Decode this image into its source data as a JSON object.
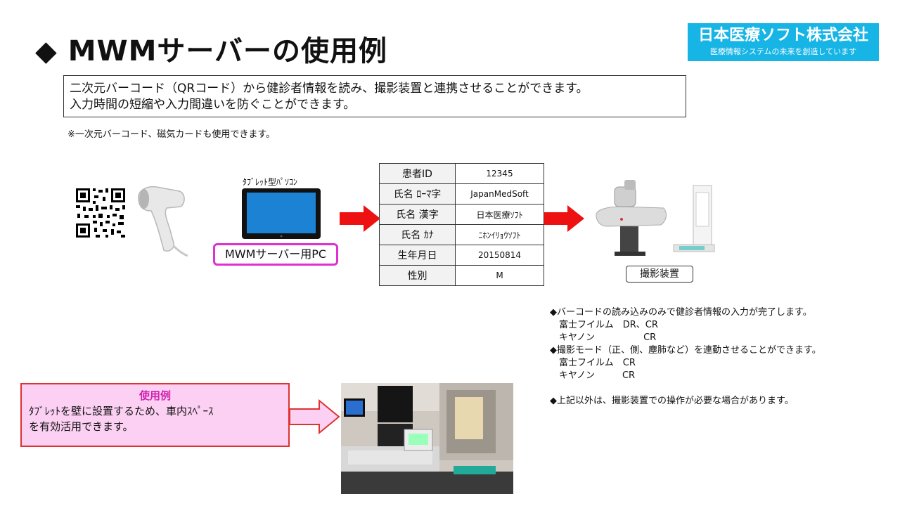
{
  "slide": {
    "title": "◆ MWMサーバーの使用例",
    "description_line1": "二次元バーコード（QRコード）から健診者情報を読み、撮影装置と連携させることができます。",
    "description_line2": "入力時間の短縮や入力間違いを防ぐことができます。",
    "note": "※一次元バーコード、磁気カードも使用できます。"
  },
  "brand": {
    "name": "日本医療ソフト株式会社",
    "tagline": "医療情報システムの未来を創造しています",
    "color": "#17b4e6"
  },
  "flow": {
    "tablet_caption": "ﾀﾌﾞﾚｯﾄ型ﾊﾟｿｺﾝ",
    "pc_label": "MWMサーバー用PC",
    "device_label": "撮影装置",
    "arrow_color": "#ee1111"
  },
  "patient_table": [
    {
      "key": "患者ID",
      "value": "12345"
    },
    {
      "key": "氏名 ﾛｰﾏ字",
      "value": "JapanMedSoft"
    },
    {
      "key": "氏名 漢字",
      "value": "日本医療ｿﾌﾄ"
    },
    {
      "key": "氏名 ｶﾅ",
      "value": "ﾆﾎﾝｲﾘｮｳｿﾌﾄ"
    },
    {
      "key": "生年月日",
      "value": "20150814"
    },
    {
      "key": "性別",
      "value": "M"
    }
  ],
  "bullets": [
    "◆バーコードの読み込みのみで健診者情報の入力が完了します。",
    "　富士フイルム　DR、CR",
    "　キヤノン　　　　　 CR",
    "◆撮影モード（正、側、塵肺など）を連動させることができます。",
    "　富士フイルム　CR",
    "　キヤノン　　　CR",
    "",
    "◆上記以外は、撮影装置での操作が必要な場合があります。"
  ],
  "callout": {
    "title": "使用例",
    "body_line1": "ﾀﾌﾞﾚｯﾄを壁に設置するため、車内ｽﾍﾟｰｽ",
    "body_line2": "を有効活用できます。"
  }
}
